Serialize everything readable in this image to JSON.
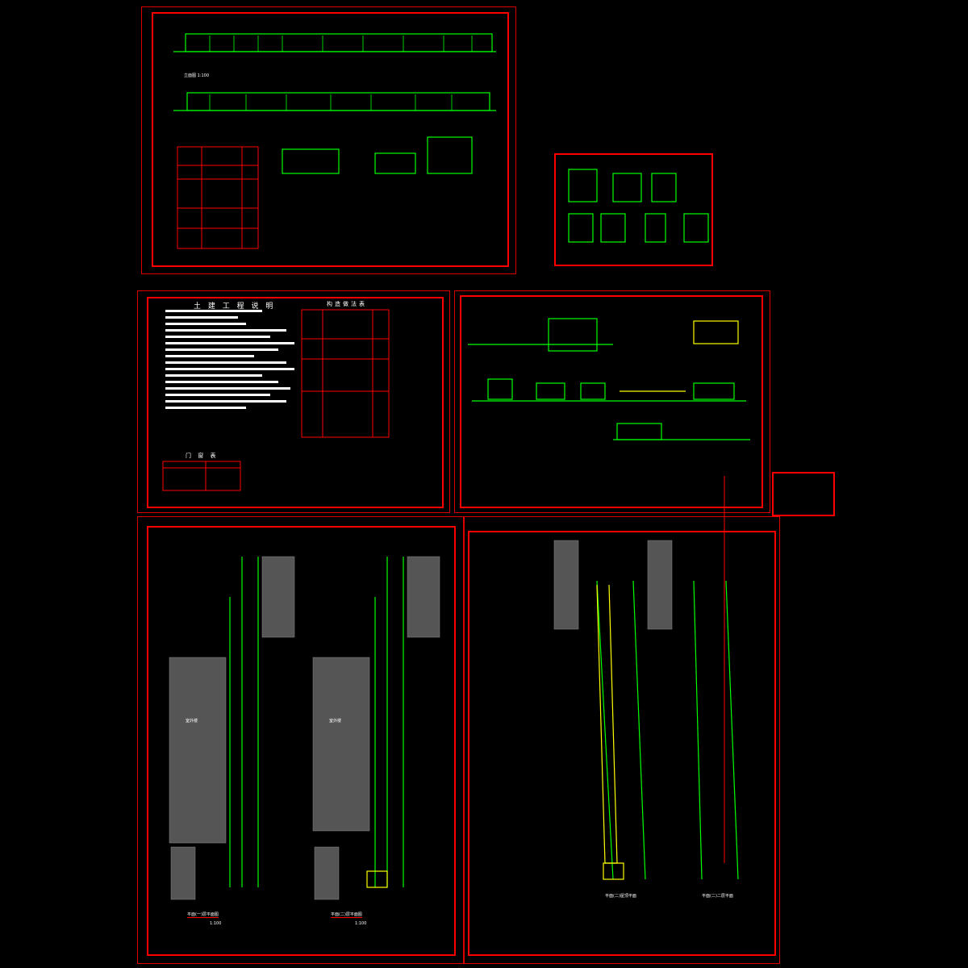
{
  "sheets": {
    "general_notes_title": "土 建 工 程 说 明",
    "materials_table_title": "构造做法表",
    "door_window_table_title": "门 窗 表",
    "elevation_1_label": "立面图 1:100",
    "plan_1_label": "平面(一)层平面图",
    "plan_2_label": "平面(二)层平面图",
    "plan_3_label": "平面(二)屋顶平面",
    "plan_4_label": "平面(二)二层平面",
    "scale_1": "1:100",
    "scale_2": "1:100",
    "room_label_a": "室外楼",
    "room_label_b": "室外楼"
  },
  "colors": {
    "frame": "#ff0000",
    "line": "#00ff00",
    "accent": "#ffff00",
    "text": "#ffffff"
  }
}
